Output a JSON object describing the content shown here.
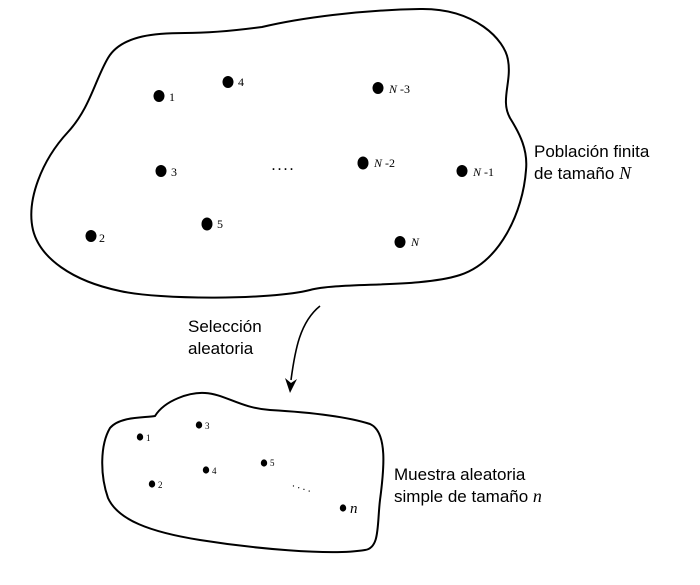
{
  "population": {
    "caption_line1": "Población finita",
    "caption_line2_prefix": "de tamaño ",
    "caption_line2_var": "N",
    "labels": {
      "p1": "1",
      "p2": "2",
      "p3": "3",
      "p4": "4",
      "p5": "5",
      "pN3_var": "N",
      "pN3_suffix": " -3",
      "pN2_var": "N",
      "pN2_suffix": " -2",
      "pN1_var": "N",
      "pN1_suffix": " -1",
      "pN": "N",
      "ellipsis": ". . . ."
    }
  },
  "arrow_caption": {
    "line1": "Selección",
    "line2": "aleatoria"
  },
  "sample": {
    "caption_line1": "Muestra aleatoria",
    "caption_line2_prefix": "simple de tamaño ",
    "caption_line2_var": "n",
    "labels": {
      "s1": "1",
      "s2": "2",
      "s3": "3",
      "s4": "4",
      "s5": "5",
      "sn": "n",
      "ellipsis": ". . . ."
    }
  }
}
